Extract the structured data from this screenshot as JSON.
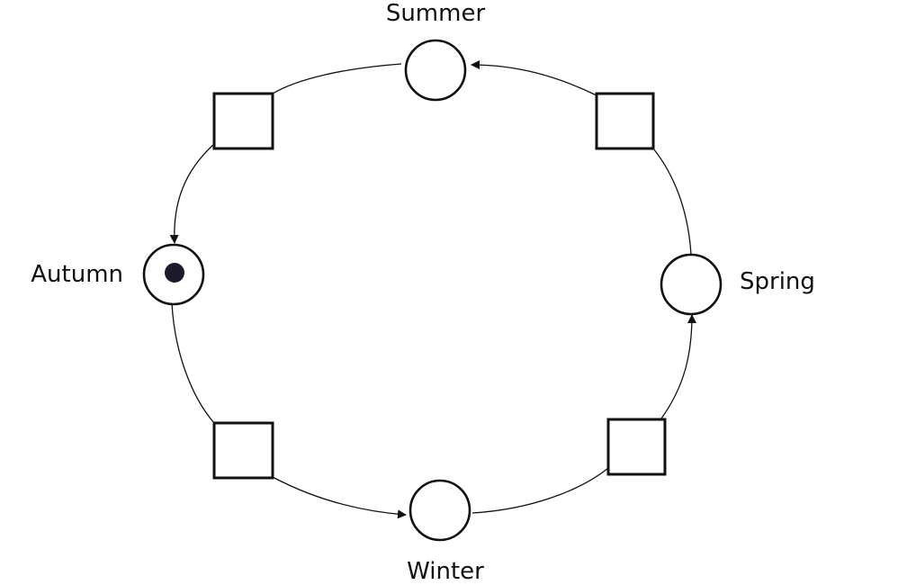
{
  "places": [
    {
      "id": "summer",
      "label": "Summer",
      "tokens": 0
    },
    {
      "id": "spring",
      "label": "Spring",
      "tokens": 0
    },
    {
      "id": "winter",
      "label": "Winter",
      "tokens": 0
    },
    {
      "id": "autumn",
      "label": "Autumn",
      "tokens": 1
    }
  ],
  "colors": {
    "stroke": "#111111",
    "token": "#1b1b2b",
    "background": "#ffffff"
  }
}
